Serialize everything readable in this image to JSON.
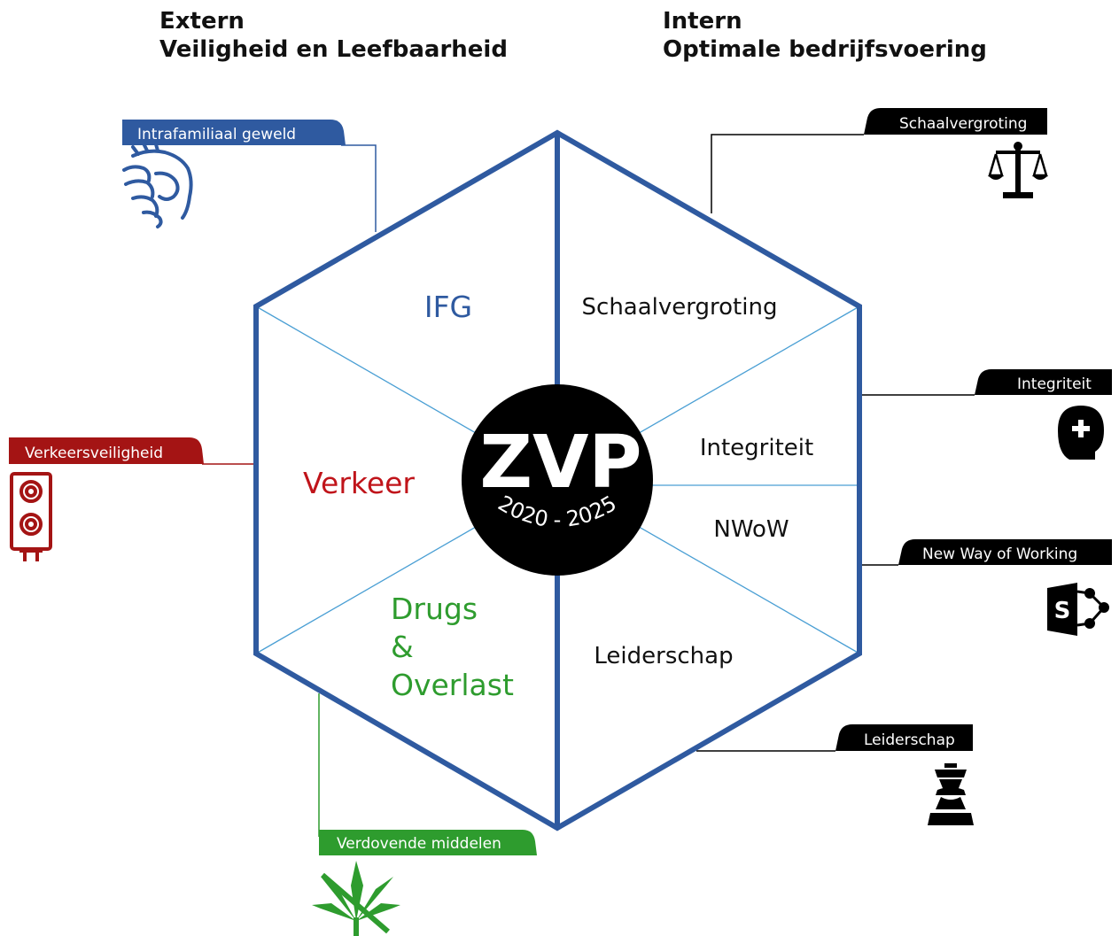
{
  "headings": {
    "left": {
      "line1": "Extern",
      "line2": "Veiligheid en Leefbaarheid"
    },
    "right": {
      "line1": "Intern",
      "line2": "Optimale bedrijfsvoering"
    }
  },
  "center": {
    "title": "ZVP",
    "years": "2020 - 2025"
  },
  "segments": {
    "ifg": "IFG",
    "verkeer": "Verkeer",
    "drugs_line1": "Drugs",
    "drugs_line2": "&",
    "drugs_line3": "Overlast",
    "schaalvergroting": "Schaalvergroting",
    "integriteit": "Integriteit",
    "nwow": "NWoW",
    "leiderschap": "Leiderschap"
  },
  "tabs": {
    "intrafamiliaal": "Intrafamiliaal geweld",
    "verkeersveiligheid": "Verkeersveiligheid",
    "verdovende": "Verdovende middelen",
    "schaalvergroting": "Schaalvergroting",
    "integriteit": "Integriteit",
    "new_way": "New Way of Working",
    "leiderschap": "Leiderschap"
  },
  "colors": {
    "blue": "#2f5aa0",
    "red": "#a41414",
    "green": "#2e9c2e",
    "black": "#000000",
    "thin_line": "#4a9fd4"
  },
  "icons": {
    "intrafamiliaal": "fist-icon",
    "verkeersveiligheid": "traffic-light-icon",
    "verdovende": "no-cannabis-icon",
    "schaalvergroting": "scales-icon",
    "integriteit": "head-plus-icon",
    "new_way": "sharepoint-icon",
    "leiderschap": "chess-king-icon"
  }
}
